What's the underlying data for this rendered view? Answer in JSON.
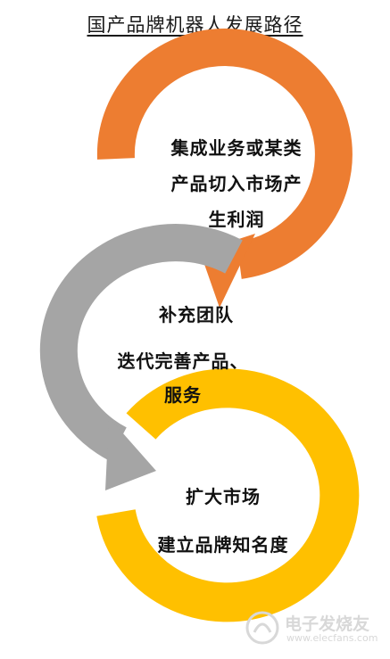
{
  "title": "国产品牌机器人发展路径",
  "steps": [
    {
      "lines": [
        "集成业务或某类",
        "产品切入市场产",
        "生利润"
      ],
      "color": "#ED7D31"
    },
    {
      "lines": [
        "补充团队",
        "迭代完善产品、",
        "服务"
      ],
      "color": "#A5A5A5"
    },
    {
      "lines": [
        "扩大市场",
        "建立品牌知名度"
      ],
      "color": "#FFC000"
    }
  ],
  "watermark": {
    "text": "电子发烧友",
    "sub": "www.elecfans.com"
  }
}
